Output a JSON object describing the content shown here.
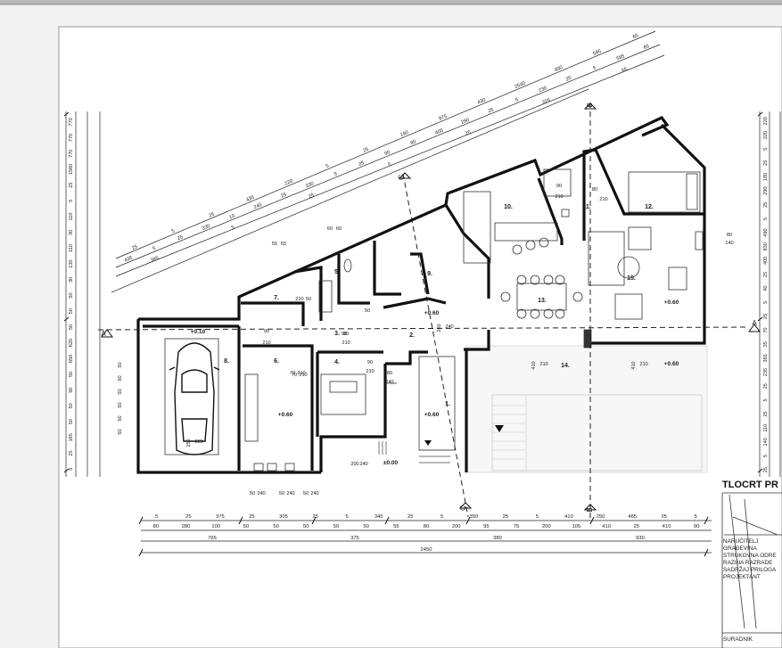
{
  "rooms": [
    {
      "id": "1",
      "label": "1."
    },
    {
      "id": "2",
      "label": "2."
    },
    {
      "id": "3",
      "label": "3."
    },
    {
      "id": "4",
      "label": "4."
    },
    {
      "id": "5",
      "label": "5."
    },
    {
      "id": "6",
      "label": "6."
    },
    {
      "id": "7",
      "label": "7."
    },
    {
      "id": "8",
      "label": "8."
    },
    {
      "id": "9",
      "label": "9."
    },
    {
      "id": "10",
      "label": "10."
    },
    {
      "id": "11",
      "label": "11."
    },
    {
      "id": "12",
      "label": "12."
    },
    {
      "id": "13",
      "label": "13."
    },
    {
      "id": "14",
      "label": "14."
    },
    {
      "id": "15",
      "label": "15."
    }
  ],
  "levels": [
    "+0.10",
    "+0.60",
    "+0.60",
    "+0.60",
    "+0.60",
    "+0.60",
    "±0.00"
  ],
  "sections": [
    "A",
    "A",
    "B",
    "B",
    "C",
    "C"
  ],
  "dim_bottom": {
    "row1": [
      "5",
      "25",
      "375",
      "25",
      "305",
      "25",
      "5",
      "345",
      "25",
      "5",
      "350",
      "25",
      "5",
      "410",
      "250",
      "465",
      "25",
      "5"
    ],
    "row2": [
      "80",
      "280",
      "100",
      "50",
      "50",
      "50",
      "50",
      "50",
      "55",
      "80",
      "200",
      "95",
      "75",
      "200",
      "105",
      "410",
      "25",
      "410",
      "90"
    ],
    "row3": [
      "765",
      "375",
      "380",
      "930"
    ],
    "row4": [
      "2450"
    ]
  },
  "dim_diag": {
    "row1": [
      "25",
      "5",
      "25",
      "435",
      "220",
      "5",
      "25",
      "190",
      "975",
      "430",
      "2540",
      "490",
      "585",
      "65"
    ],
    "row2": [
      "435",
      "5",
      "25",
      "330",
      "10",
      "240",
      "25",
      "330",
      "5",
      "25",
      "90",
      "90",
      "400",
      "290",
      "25",
      "5",
      "230",
      "25",
      "5",
      "585",
      "65"
    ],
    "row3": [
      "385",
      "5",
      "25",
      "5",
      "25",
      "325",
      "65"
    ]
  },
  "dim_left": [
    "770",
    "770",
    "770",
    "1560",
    "25",
    "5",
    "110",
    "30",
    "110",
    "130",
    "30",
    "50",
    "50",
    "50",
    "620",
    "650",
    "50",
    "50",
    "50",
    "50",
    "165",
    "25",
    "5"
  ],
  "dim_left_inner": [
    "50",
    "50",
    "50",
    "50",
    "50",
    "50"
  ],
  "dim_right": [
    "220",
    "220",
    "5",
    "25",
    "180",
    "290",
    "25",
    "5",
    "490",
    "830",
    "400",
    "25",
    "40",
    "5",
    "25",
    "70",
    "35",
    "365",
    "235",
    "25",
    "5",
    "25",
    "110",
    "140",
    "5",
    "25"
  ],
  "inner_dims": [
    "80",
    "140",
    "90",
    "210",
    "70",
    "210",
    "90",
    "210",
    "90",
    "210",
    "80",
    "240",
    "200",
    "240",
    "70",
    "210",
    "50",
    "240",
    "50",
    "240",
    "50",
    "240",
    "410",
    "210",
    "410",
    "210",
    "260",
    "240",
    "250",
    "220",
    "90",
    "210",
    "80",
    "210",
    "50",
    "210",
    "55",
    "55",
    "60",
    "60",
    "50",
    "90"
  ],
  "title_block": {
    "title": "TLOCRT PR",
    "rows": [
      "NARUČITELJ",
      "GRAĐEVINA",
      "STRUKOVNA ODRE",
      "RAZINA RAZRADE",
      "SADRŽAJ PRILOGA",
      "PROJEKTANT",
      "SURADNIK"
    ]
  }
}
